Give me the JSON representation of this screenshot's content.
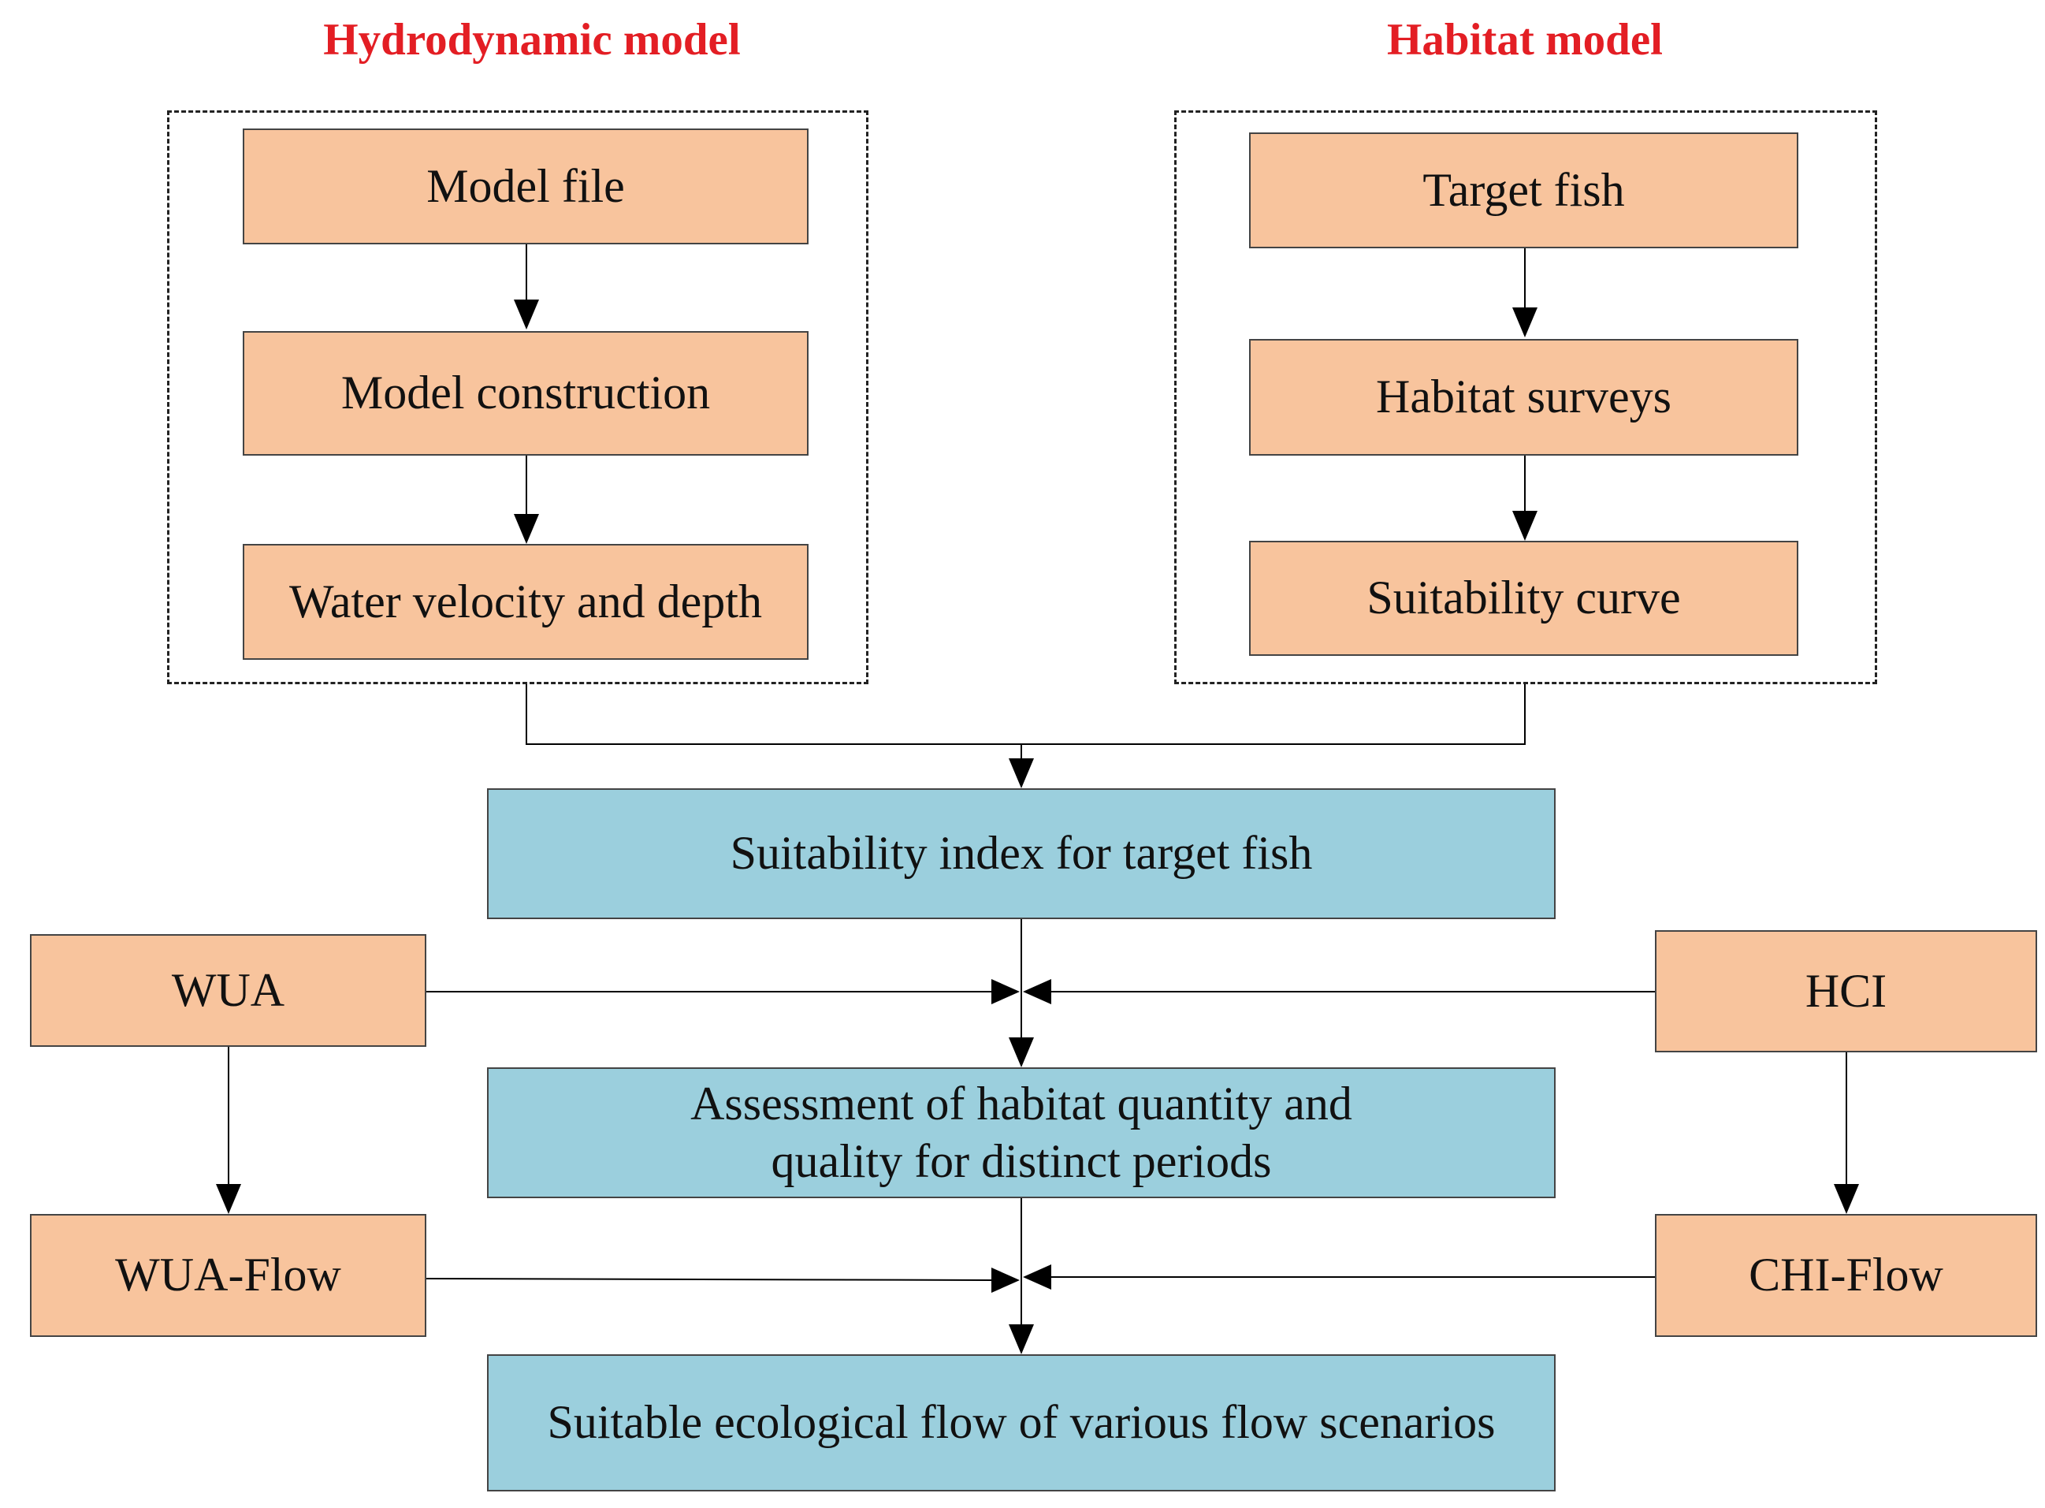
{
  "titles": {
    "hydrodynamic": "Hydrodynamic model",
    "habitat": "Habitat model"
  },
  "hydrodynamic_steps": [
    "Model file",
    "Model construction",
    "Water velocity and depth"
  ],
  "habitat_steps": [
    "Target fish",
    "Habitat surveys",
    "Suitability curve"
  ],
  "center_steps": {
    "suitability_index": "Suitability index for target fish",
    "assessment": "Assessment of habitat quantity and quality for distinct periods",
    "ecological_flow": "Suitable ecological flow of various flow scenarios"
  },
  "side_nodes": {
    "wua": "WUA",
    "wua_flow": "WUA-Flow",
    "hci": "HCI",
    "chi_flow": "CHI-Flow"
  },
  "colors": {
    "title_red": "#e31e24",
    "process_orange": "#f8c49d",
    "result_blue": "#9bcfdd"
  }
}
